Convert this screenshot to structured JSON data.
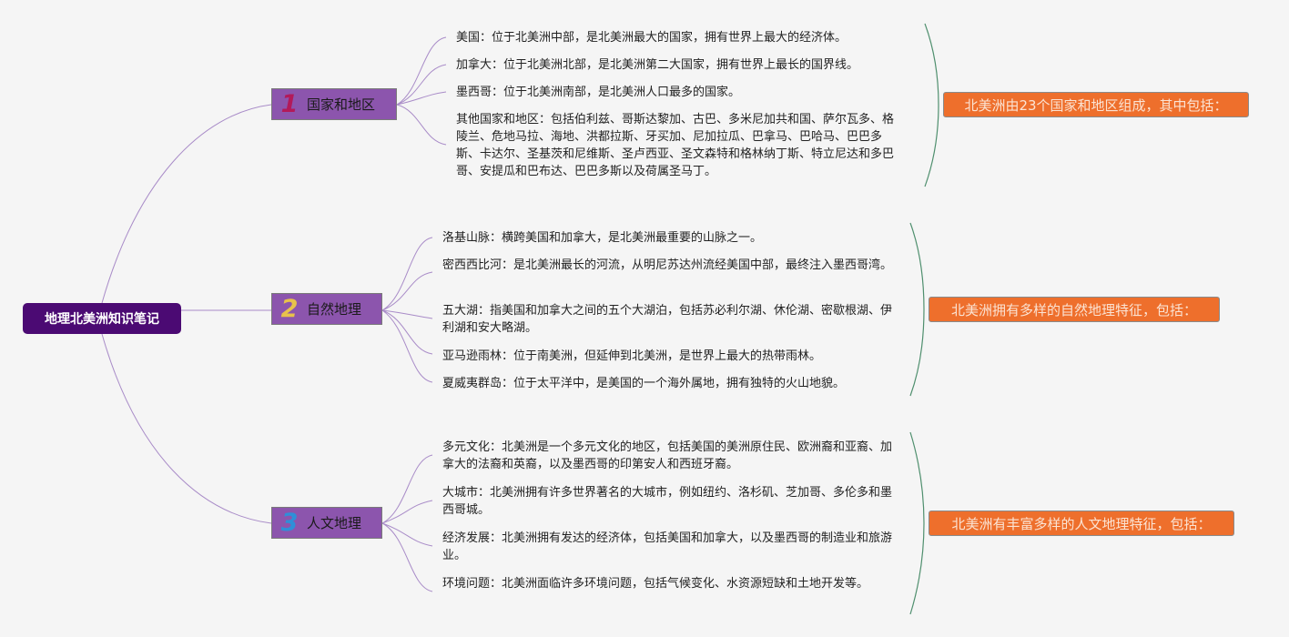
{
  "root": {
    "title": "地理北美洲知识笔记"
  },
  "colors": {
    "root_bg": "#4b0a73",
    "branch_bg": "#8c55ad",
    "connector": "#a98cc8",
    "bracket": "#4f8f6e",
    "summary_bg": "#ee6f2c",
    "num1": "#b21a5a",
    "num2": "#e8c24b",
    "num3": "#2f8fd8"
  },
  "branches": [
    {
      "number": "1",
      "label": "国家和地区",
      "summary": "北美洲由23个国家和地区组成，其中包括：",
      "items": [
        "美国：位于北美洲中部，是北美洲最大的国家，拥有世界上最大的经济体。",
        "加拿大：位于北美洲北部，是北美洲第二大国家，拥有世界上最长的国界线。",
        "墨西哥：位于北美洲南部，是北美洲人口最多的国家。",
        "其他国家和地区：包括伯利兹、哥斯达黎加、古巴、多米尼加共和国、萨尔瓦多、格陵兰、危地马拉、海地、洪都拉斯、牙买加、尼加拉瓜、巴拿马、巴哈马、巴巴多斯、卡达尔、圣基茨和尼维斯、圣卢西亚、圣文森特和格林纳丁斯、特立尼达和多巴哥、安提瓜和巴布达、巴巴多斯以及荷属圣马丁。"
      ]
    },
    {
      "number": "2",
      "label": "自然地理",
      "summary": "北美洲拥有多样的自然地理特征，包括：",
      "items": [
        "洛基山脉：横跨美国和加拿大，是北美洲最重要的山脉之一。",
        "密西西比河：是北美洲最长的河流，从明尼苏达州流经美国中部，最终注入墨西哥湾。",
        "五大湖：指美国和加拿大之间的五个大湖泊，包括苏必利尔湖、休伦湖、密歇根湖、伊利湖和安大略湖。",
        "亚马逊雨林：位于南美洲，但延伸到北美洲，是世界上最大的热带雨林。",
        "夏威夷群岛：位于太平洋中，是美国的一个海外属地，拥有独特的火山地貌。"
      ]
    },
    {
      "number": "3",
      "label": "人文地理",
      "summary": "北美洲有丰富多样的人文地理特征，包括：",
      "items": [
        "多元文化：北美洲是一个多元文化的地区，包括美国的美洲原住民、欧洲裔和亚裔、加拿大的法裔和英裔，以及墨西哥的印第安人和西班牙裔。",
        "大城市：北美洲拥有许多世界著名的大城市，例如纽约、洛杉矶、芝加哥、多伦多和墨西哥城。",
        "经济发展：北美洲拥有发达的经济体，包括美国和加拿大，以及墨西哥的制造业和旅游业。",
        "环境问题：北美洲面临许多环境问题，包括气候变化、水资源短缺和土地开发等。"
      ]
    }
  ]
}
